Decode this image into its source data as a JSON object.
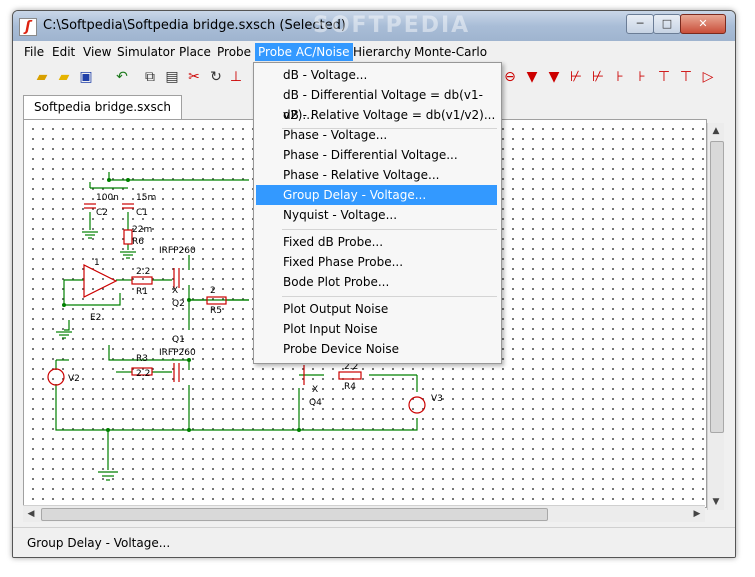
{
  "window": {
    "title": "C:\\Softpedia\\Softpedia bridge.sxsch (Selected)",
    "watermark": "SOFTPEDIA",
    "minimize_glyph": "─",
    "maximize_glyph": "□",
    "close_glyph": "✕"
  },
  "menubar": {
    "file": "File",
    "edit": "Edit",
    "view": "View",
    "simulator": "Simulator",
    "place": "Place",
    "probe": "Probe",
    "probe_ac": "Probe AC/Noise",
    "hierarchy": "Hierarchy",
    "monte_carlo": "Monte-Carlo"
  },
  "toolbar": {
    "icons": [
      "open-folder-icon",
      "folder-icon",
      "save-icon",
      "undo-icon",
      "copy-icon",
      "paste-icon",
      "cut-icon",
      "rotate-icon",
      "diode-icon",
      "diode-icon",
      "diode-icon",
      "diode-icon",
      "diode-icon",
      "diode-icon",
      "diode-icon",
      "diode-icon",
      "buffer-icon"
    ]
  },
  "tab": {
    "label": "Softpedia bridge.sxsch"
  },
  "dropdown": {
    "items": [
      "dB - Voltage...",
      "dB - Differential Voltage = db(v1-v2)...",
      "dB - Relative Voltage = db(v1/v2)...",
      "Phase - Voltage...",
      "Phase - Differential Voltage...",
      "Phase - Relative Voltage...",
      "Group Delay - Voltage...",
      "Nyquist - Voltage...",
      "Fixed dB Probe...",
      "Fixed Phase Probe...",
      "Bode Plot Probe...",
      "Plot Output Noise",
      "Plot Input Noise",
      "Probe Device Noise"
    ],
    "highlighted": "Group Delay - Voltage..."
  },
  "schematic": {
    "labels": {
      "c2_val": "100n",
      "c2": "C2",
      "c1_val": "15m",
      "c1": "C1",
      "r6_val": "22m",
      "r6": "R6",
      "q1_model": "IRFP260",
      "r1_val": "2.2",
      "r1": "R1",
      "q2": "Q2",
      "e2": "E2",
      "e2_pin": "1",
      "r5_val": "2",
      "r5": "R5",
      "q1": "Q1",
      "q_low_model": "IRFP260",
      "r3": "R3",
      "r3_val": "2.2",
      "v2": "V2",
      "v3": "V3",
      "r4_val": "2.2",
      "r4": "R4",
      "q4": "Q4",
      "x1": "X",
      "x2": "X"
    }
  },
  "status": {
    "text": "Group Delay - Voltage..."
  },
  "colors": {
    "wire": "#008000",
    "component": "#cc0000",
    "highlight": "#3399ff",
    "toolbar_accent": "#cc0000"
  }
}
